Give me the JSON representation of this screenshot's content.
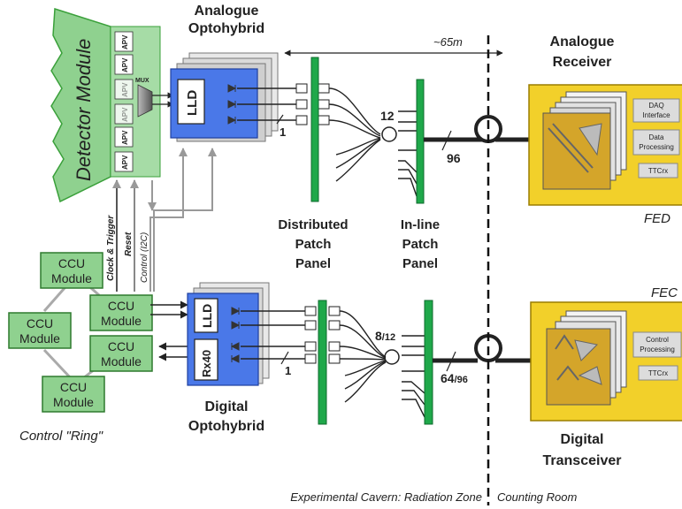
{
  "detector": {
    "module_label": "Detector Module",
    "apv_label": "APV",
    "mux_label": "MUX"
  },
  "analogue_optohybrid": {
    "title_line1": "Analogue",
    "title_line2": "Optohybrid",
    "lld_label": "LLD",
    "fiber_count": "1"
  },
  "control_lines": {
    "clock_trigger": "Clock & Trigger",
    "reset": "Reset",
    "control_i2c": "Control (I2C)"
  },
  "ccu": {
    "line1": "CCU",
    "line2": "Module",
    "ring_label": "Control \"Ring\""
  },
  "digital_optohybrid": {
    "lld_label": "LLD",
    "rx_label": "Rx40",
    "fiber_count": "1",
    "title_line1": "Digital",
    "title_line2": "Optohybrid"
  },
  "distance_label": "~65m",
  "distributed_patch_panel": {
    "line1": "Distributed",
    "line2": "Patch",
    "line3": "Panel"
  },
  "inline_patch_panel": {
    "line1": "In-line",
    "line2": "Patch",
    "line3": "Panel"
  },
  "fiber_counts": {
    "upper_fan": "12",
    "upper_ribbon": "96",
    "lower_fan": "8",
    "lower_fan_suffix": "/12",
    "lower_ribbon": "64",
    "lower_ribbon_suffix": "/96"
  },
  "receiver": {
    "title_line1": "Analogue",
    "title_line2": "Receiver",
    "daq_line1": "DAQ",
    "daq_line2": "Interface",
    "data_line1": "Data",
    "data_line2": "Processing",
    "ttcrx": "TTCrx",
    "unit_label": "FED"
  },
  "transceiver": {
    "unit_label": "FEC",
    "control_line1": "Control",
    "control_line2": "Processing",
    "ttcrx": "TTCrx",
    "title_line1": "Digital",
    "title_line2": "Transceiver"
  },
  "zones": {
    "left": "Experimental Cavern: Radiation Zone",
    "right": "Counting Room"
  },
  "colors": {
    "green": "#8fd18f",
    "green_dark": "#3aa03a",
    "panel_green": "#1fa84a",
    "blue": "#4a78e8",
    "yellow": "#f2d02a",
    "card_grey": "#d8d8d8"
  }
}
